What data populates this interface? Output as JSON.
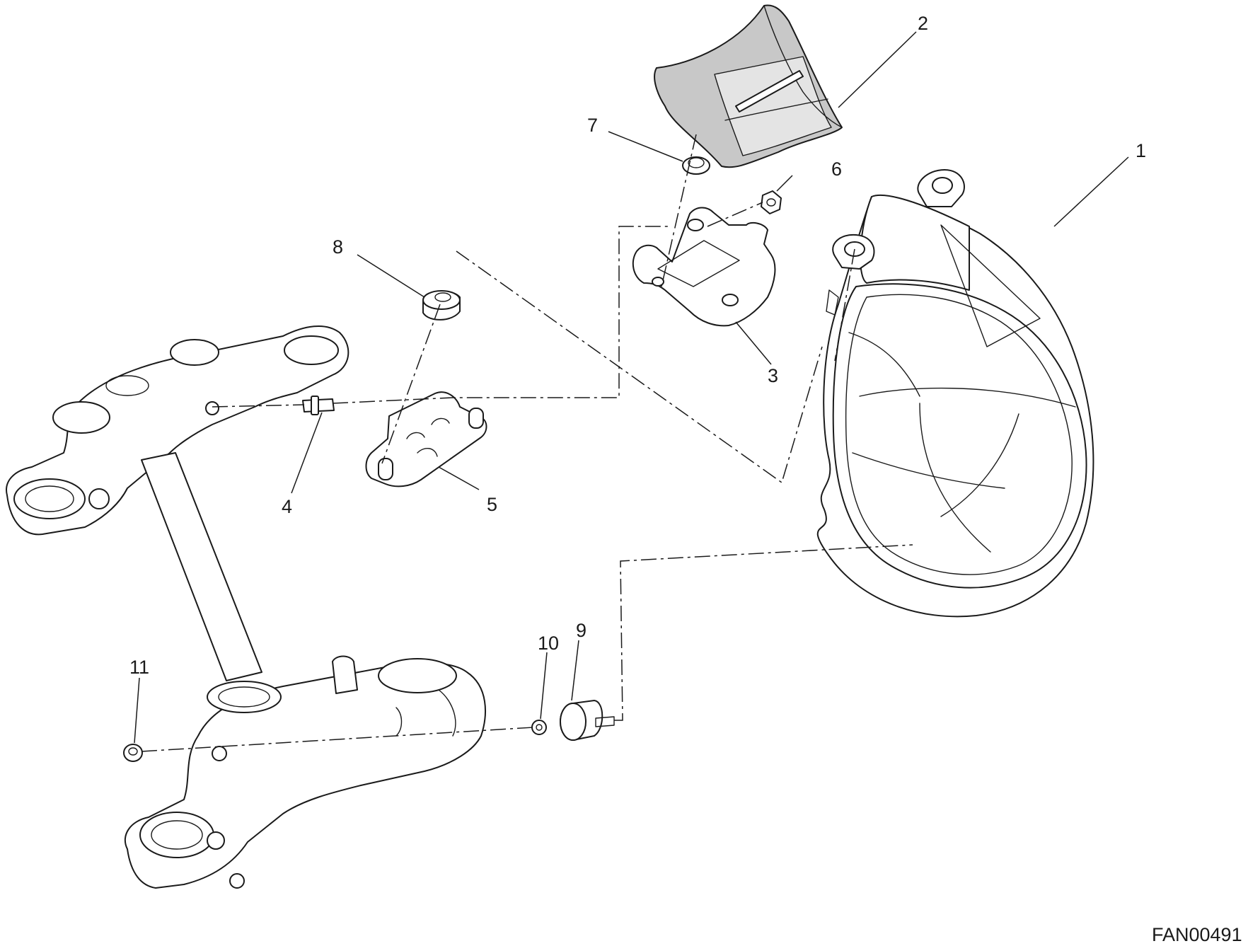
{
  "callouts": {
    "c1": "1",
    "c2": "2",
    "c3": "3",
    "c4": "4",
    "c5": "5",
    "c6": "6",
    "c7": "7",
    "c8": "8",
    "c9": "9",
    "c10": "10",
    "c11": "11"
  },
  "drawing_code": "FAN00491"
}
